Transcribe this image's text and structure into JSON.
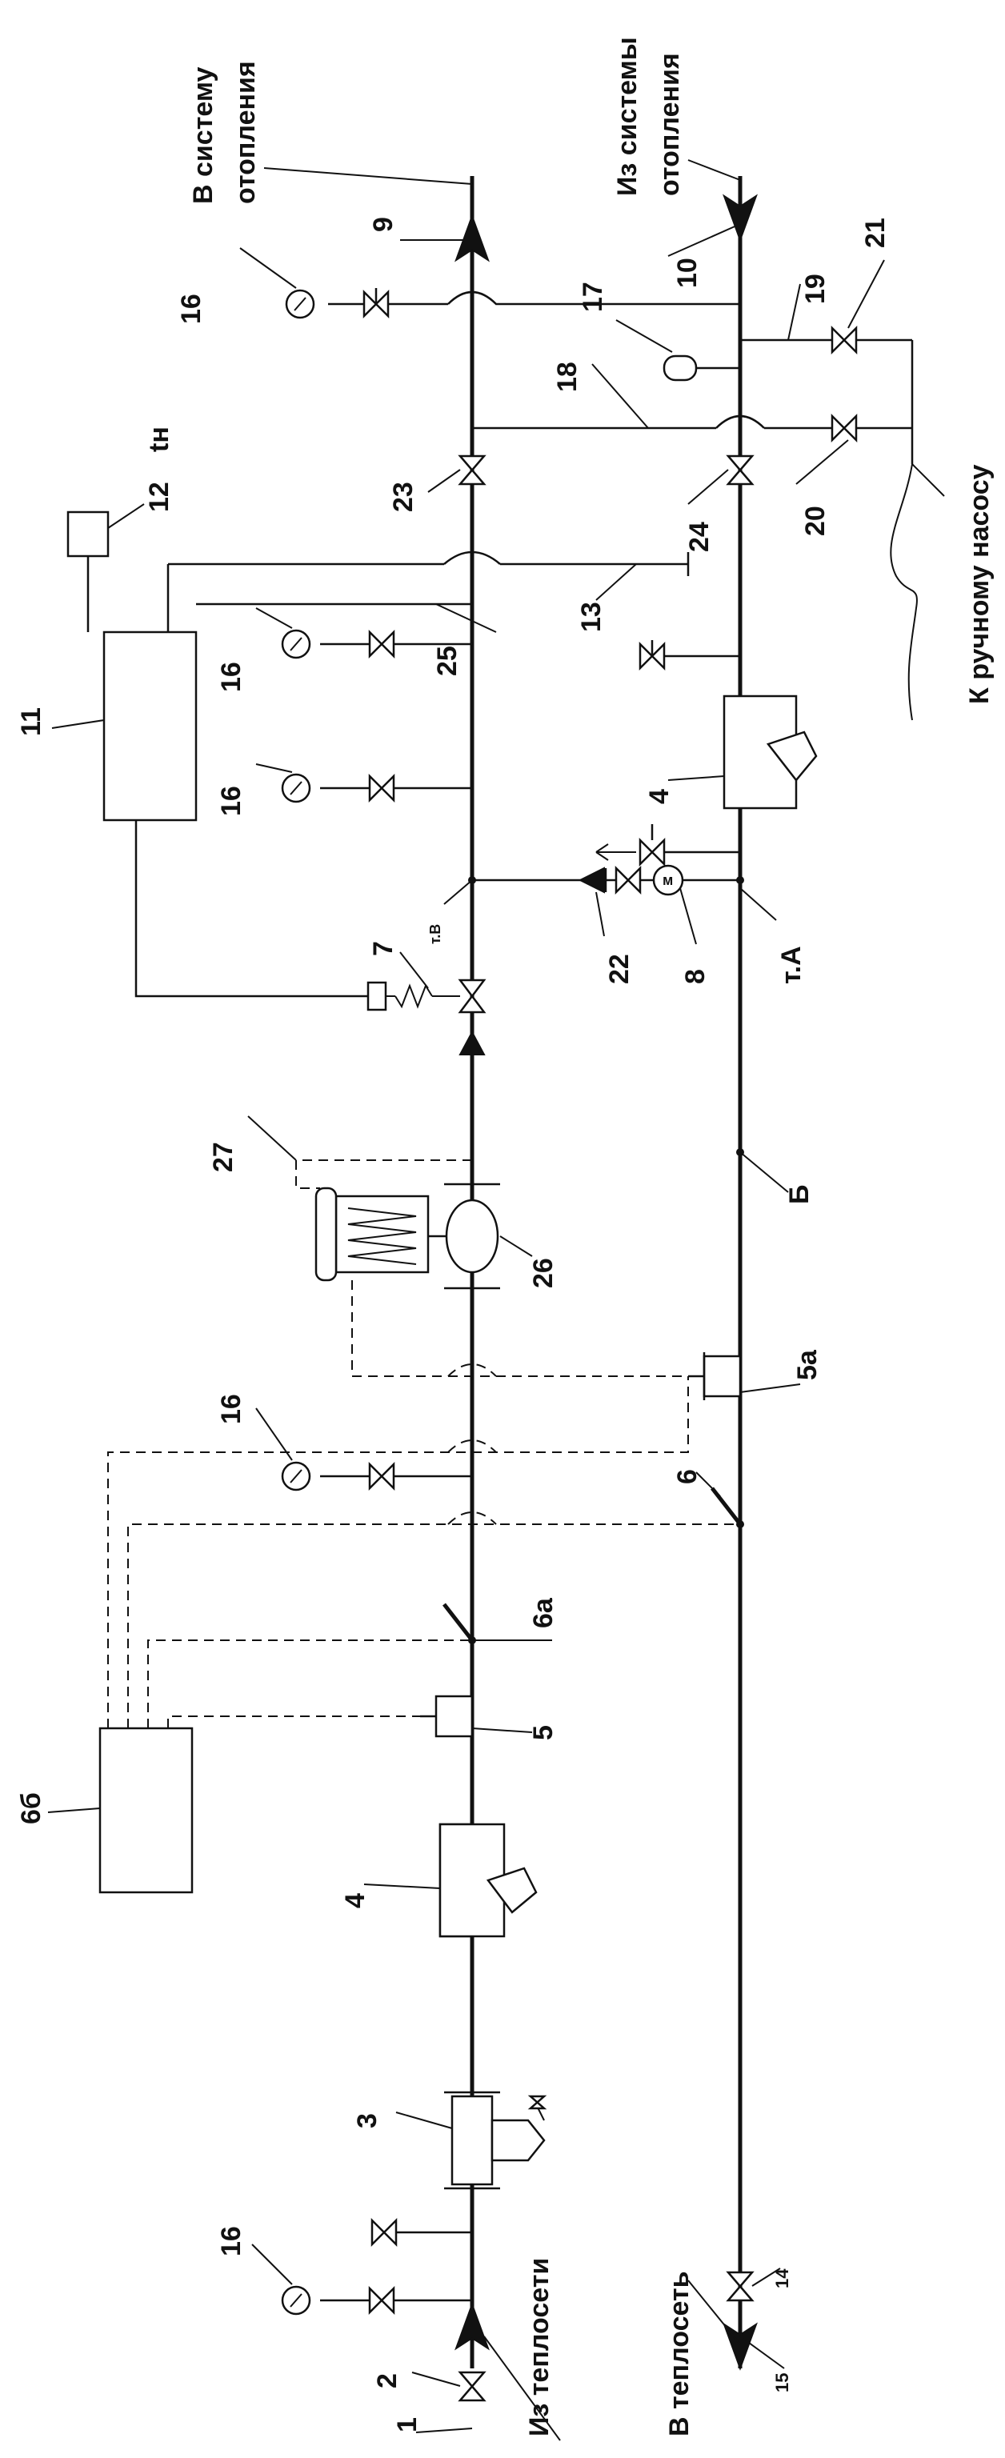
{
  "titles": {
    "to_heating": [
      "В систему",
      "отопления"
    ],
    "from_heating": [
      "Из системы",
      "отопления"
    ],
    "from_network": "Из теплосети",
    "to_network": "В теплосеть",
    "to_pump": "К ручному насосу"
  },
  "labels": {
    "n1": "1",
    "n2": "2",
    "n3": "3",
    "n4a": "4",
    "n4b": "4",
    "n5": "5",
    "n5a": "5а",
    "n6": "6",
    "n6a": "6а",
    "n6b": "6б",
    "n7": "7",
    "n8": "8",
    "n9": "9",
    "n10": "10",
    "n11": "11",
    "n12": "12",
    "n13": "13",
    "n14": "14",
    "n15": "15",
    "n16a": "16",
    "n16b": "16",
    "n16c": "16",
    "n16d": "16",
    "n16e": "16",
    "n17": "17",
    "n18": "18",
    "n19": "19",
    "n20": "20",
    "n21": "21",
    "n22": "22",
    "n23": "23",
    "n24": "24",
    "n25": "25",
    "n26": "26",
    "n27": "27",
    "tn": "tн",
    "tA": "т.А",
    "tB": "т.В",
    "B": "Б",
    "M": "м"
  }
}
